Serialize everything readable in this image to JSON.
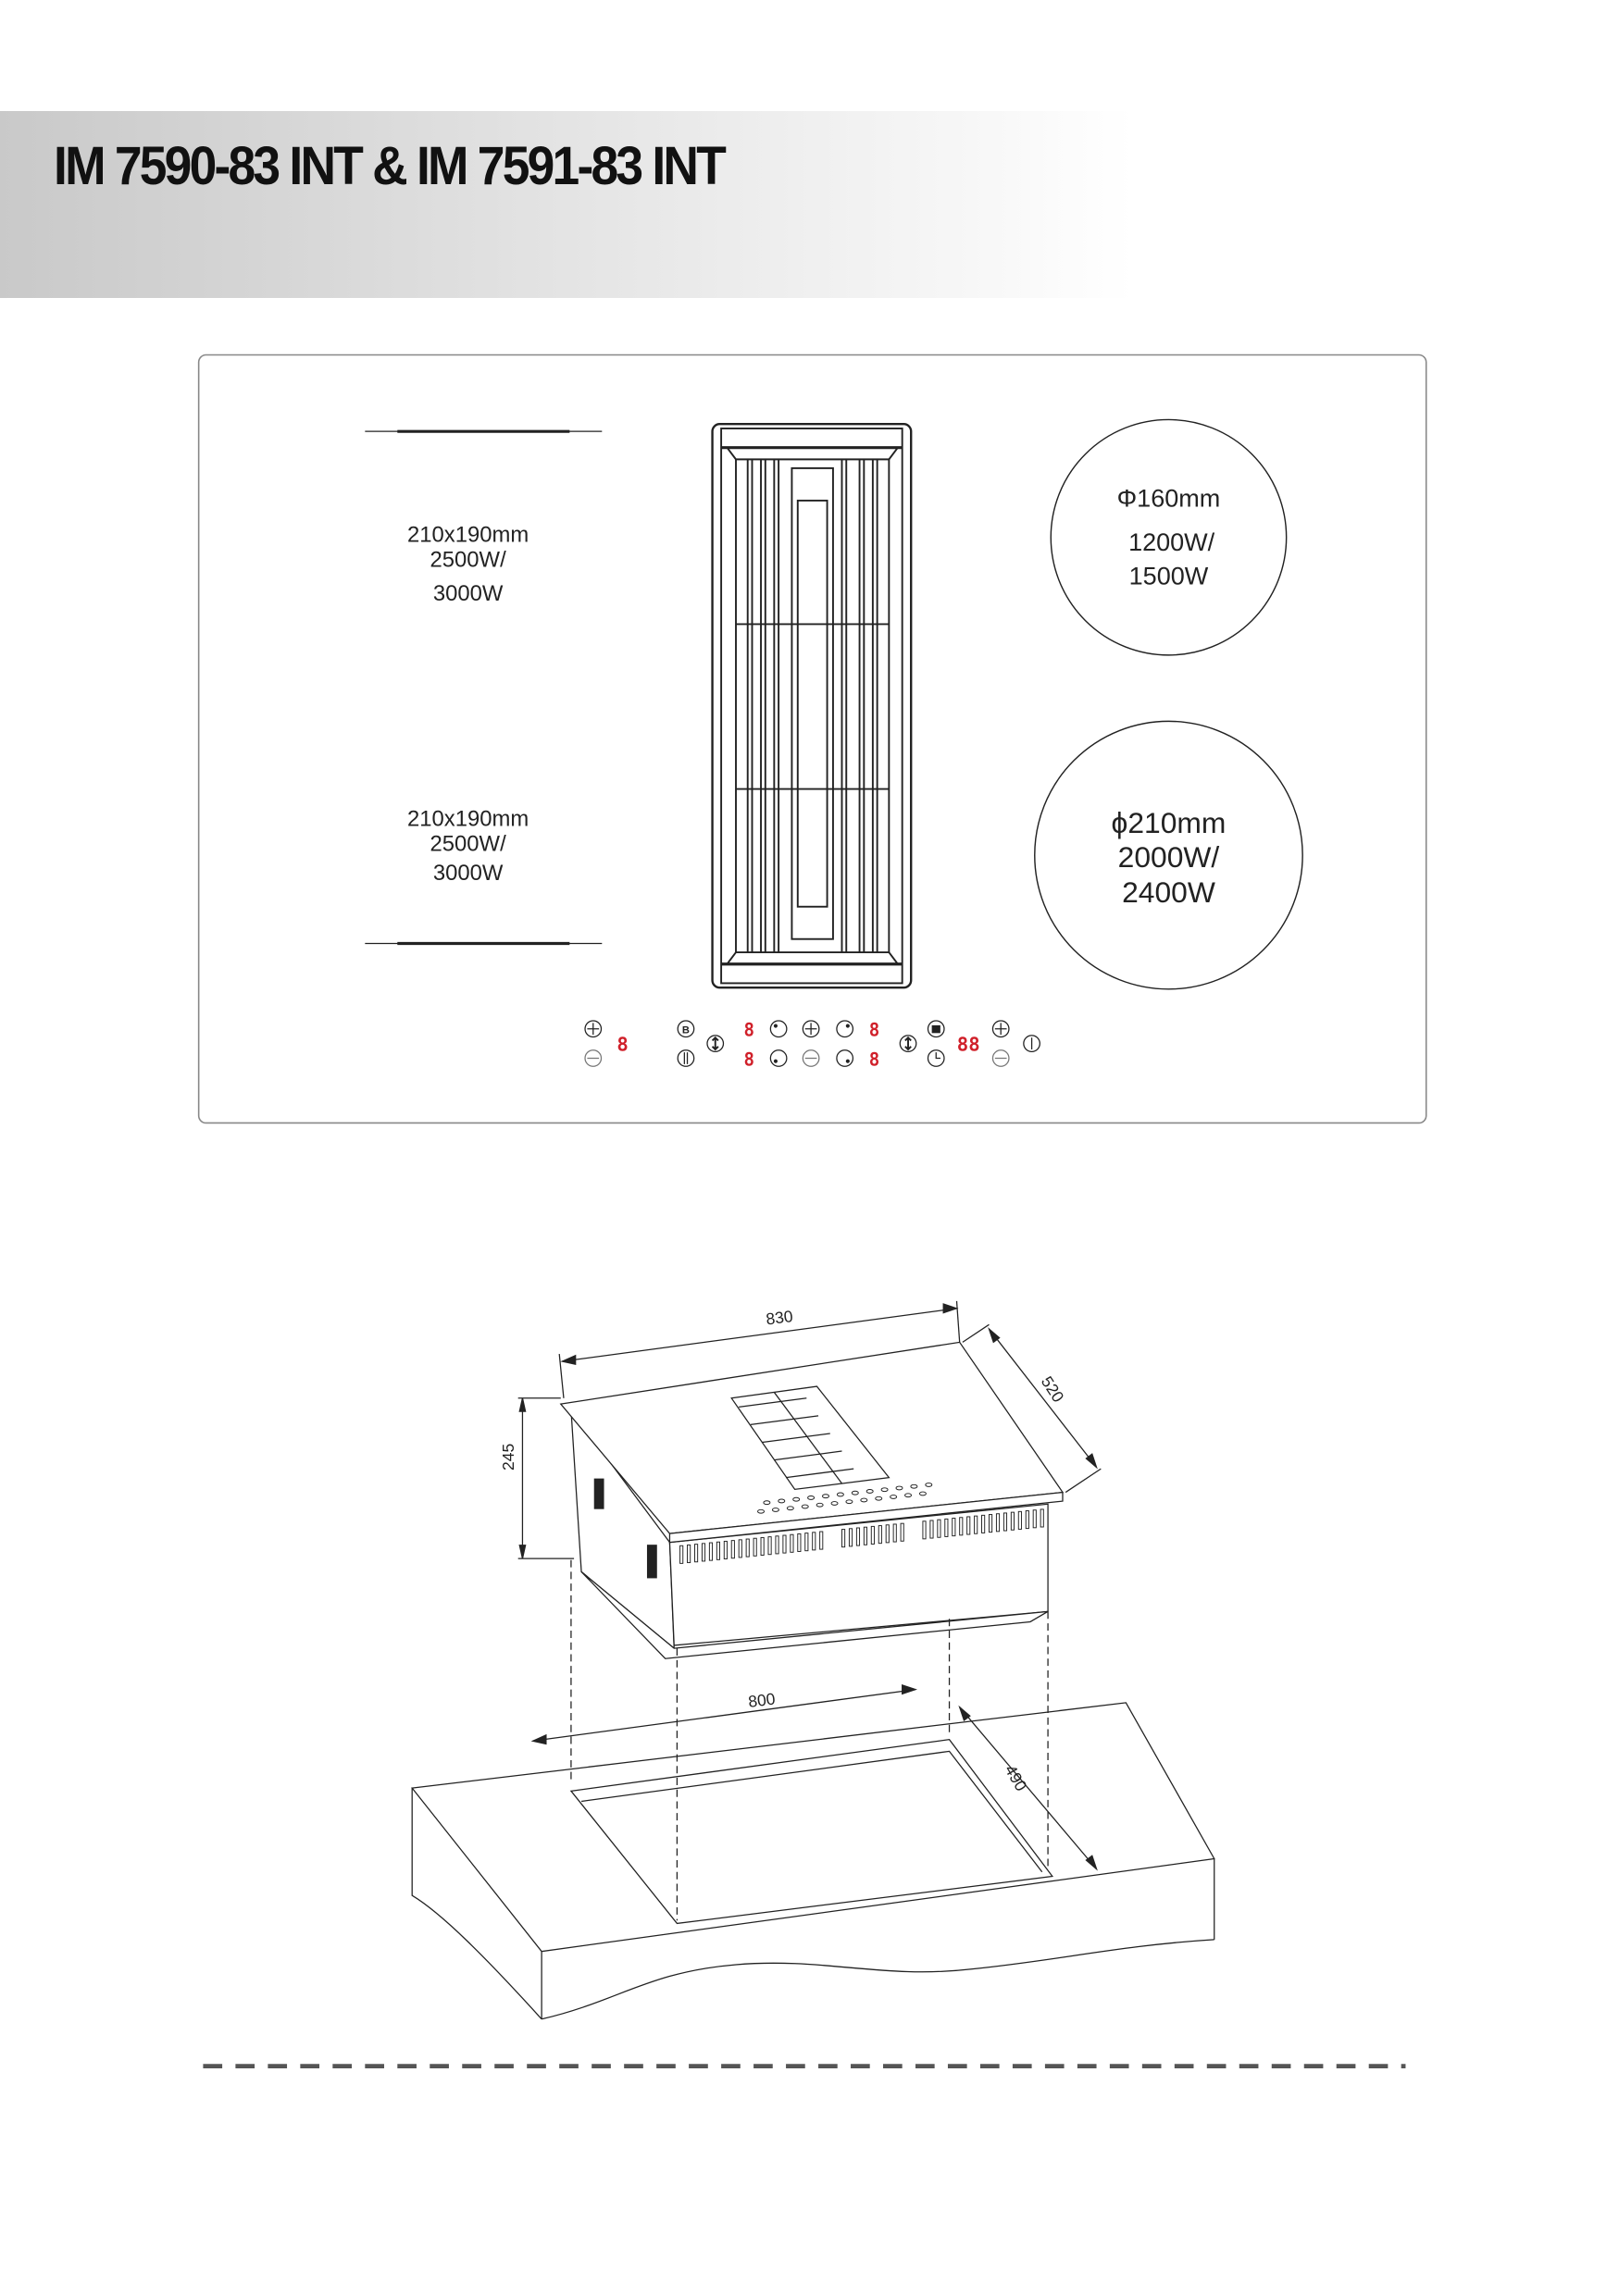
{
  "header": {
    "title": "IM 7590-83 INT & IM 7591-83 INT"
  },
  "hob_top_view": {
    "zone_left_top": {
      "size": "210x190mm",
      "power_line1": "2500W/",
      "power_line2": "3000W"
    },
    "zone_left_bottom": {
      "size": "210x190mm",
      "power_line1": "2500W/",
      "power_line2": "3000W"
    },
    "zone_right_top": {
      "diameter": "Φ160mm",
      "power_line1": "1200W/",
      "power_line2": "1500W"
    },
    "zone_right_bottom": {
      "diameter": "ϕ210mm",
      "power_line1": "2000W/",
      "power_line2": "2400W"
    },
    "control_panel": {
      "digit_single": "8",
      "digit_double": "88",
      "b_label": "B"
    },
    "colors": {
      "display": "#d0202a"
    }
  },
  "dimensions": {
    "width": "830",
    "depth": "520",
    "height": "245",
    "cutout_width": "800",
    "cutout_depth": "490"
  }
}
